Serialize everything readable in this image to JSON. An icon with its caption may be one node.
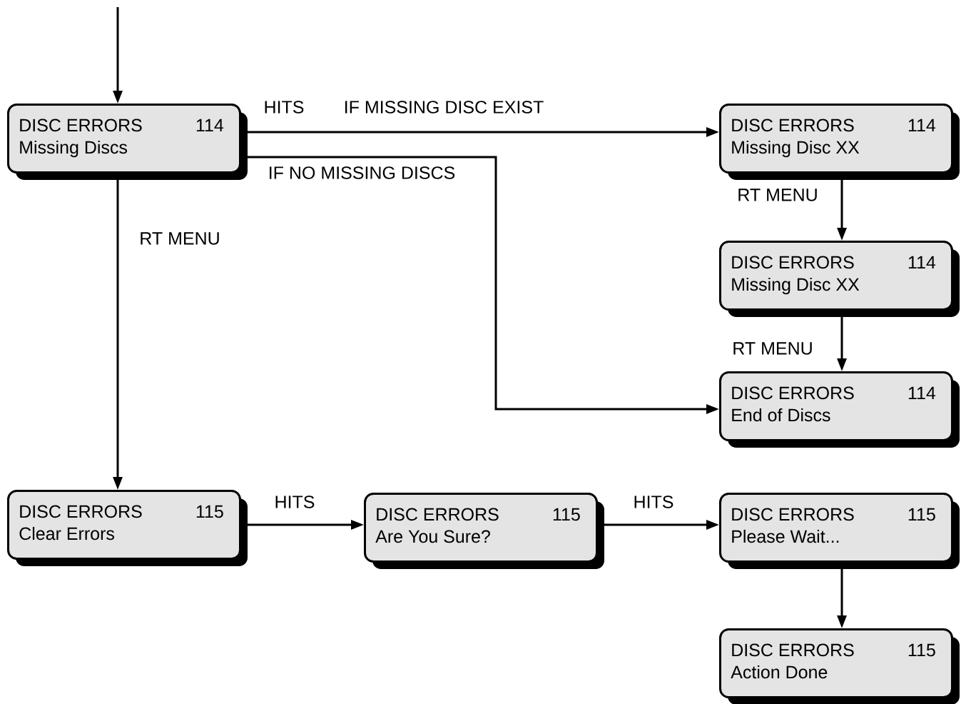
{
  "diagram": {
    "nodes": [
      {
        "text": [
          "DISC ERRORS",
          "114",
          "Missing Discs"
        ]
      },
      {
        "text": [
          "DISC ERRORS",
          "114",
          "Missing Disc XX"
        ]
      },
      {
        "text": [
          "DISC ERRORS",
          "114",
          "Missing Disc XX"
        ]
      },
      {
        "text": [
          "DISC ERRORS",
          "114",
          "End of Discs"
        ]
      },
      {
        "text": [
          "DISC ERRORS",
          "115",
          "Clear Errors"
        ]
      },
      {
        "text": [
          "DISC ERRORS",
          "115",
          "Are You Sure?"
        ]
      },
      {
        "text": [
          "DISC ERRORS",
          "115",
          "Please Wait..."
        ]
      },
      {
        "text": [
          "DISC ERRORS",
          "115",
          "Action Done"
        ]
      }
    ],
    "edges": [
      {
        "from": null,
        "to": 0,
        "arrow": "to"
      },
      {
        "from": 0,
        "to": 1,
        "arrow": "to",
        "label": "HITS"
      },
      {
        "from": 0,
        "to": 3,
        "arrow": "to",
        "label": "IF NO MISSING DISCS"
      },
      {
        "from": 0,
        "to": 4,
        "arrow": "to",
        "label": "RT MENU"
      },
      {
        "from": 1,
        "to": 2,
        "arrow": "to",
        "label": "RT MENU"
      },
      {
        "from": 2,
        "to": 3,
        "arrow": "to",
        "label": "RT MENU"
      },
      {
        "from": 4,
        "to": 5,
        "arrow": "to",
        "label": "HITS"
      },
      {
        "from": 5,
        "to": 6,
        "arrow": "to",
        "label": "HITS"
      },
      {
        "from": 6,
        "to": 7,
        "arrow": "to"
      }
    ],
    "labels": [
      "IF MISSING DISC EXIST"
    ]
  }
}
